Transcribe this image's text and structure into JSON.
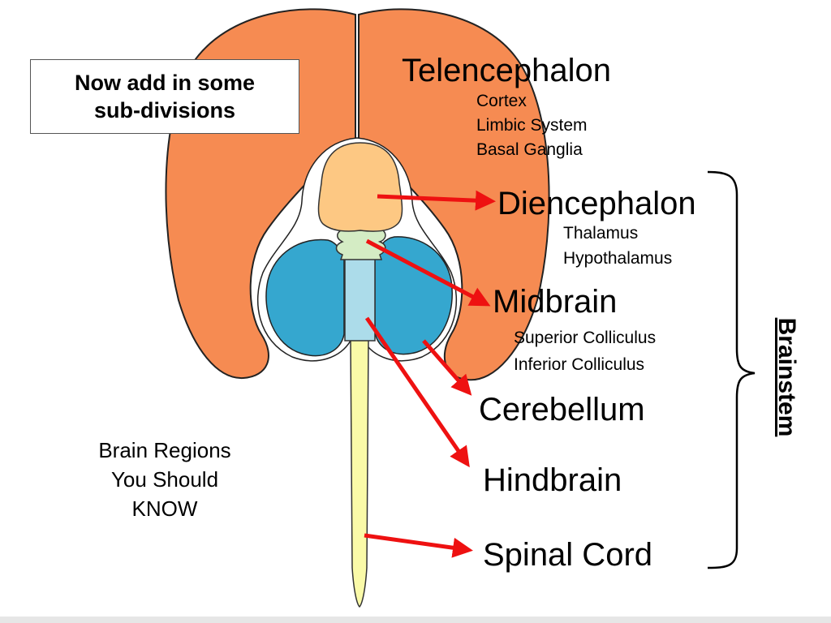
{
  "callout": {
    "line1": "Now add in some",
    "line2": "sub-divisions"
  },
  "note": {
    "line1": "Brain Regions",
    "line2": "You Should",
    "line3": "KNOW"
  },
  "regions": {
    "telencephalon": {
      "label": "Telencephalon",
      "subs": [
        "Cortex",
        "Limbic System",
        "Basal Ganglia"
      ]
    },
    "diencephalon": {
      "label": "Diencephalon",
      "subs": [
        "Thalamus",
        "Hypothalamus"
      ]
    },
    "midbrain": {
      "label": "Midbrain",
      "subs": [
        "Superior Colliculus",
        "Inferior Colliculus"
      ]
    },
    "cerebellum": {
      "label": "Cerebellum"
    },
    "hindbrain": {
      "label": "Hindbrain"
    },
    "spinal_cord": {
      "label": "Spinal Cord"
    }
  },
  "brainstem_label": "Brainstem",
  "colors": {
    "telencephalon": "#f68b52",
    "diencephalon": "#fdc883",
    "midbrain": "#d4ecc4",
    "cerebellum": "#35a7cf",
    "hindbrain": "#acdcea",
    "spinal_cord": "#fafaa8",
    "arrow": "#ee1111"
  }
}
